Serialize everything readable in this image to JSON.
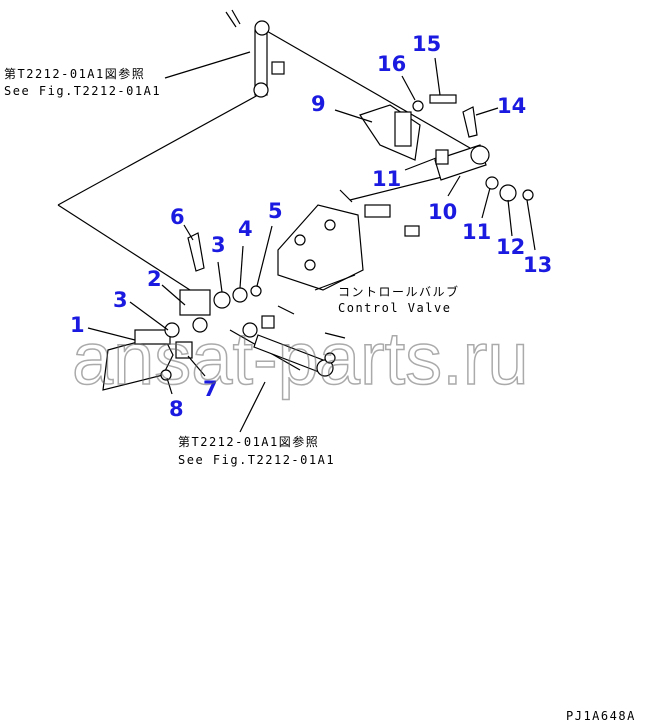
{
  "references": {
    "top": {
      "jp": "第T2212-01A1図参照",
      "en": "See Fig.T2212-01A1"
    },
    "bottom": {
      "jp": "第T2212-01A1図参照",
      "en": "See Fig.T2212-01A1"
    }
  },
  "control_valve": {
    "jp": "コントロールバルブ",
    "en": "Control Valve"
  },
  "drawing_code": "PJ1A648A",
  "watermark": "ansat-parts.ru",
  "callouts": [
    "1",
    "2",
    "3",
    "3",
    "4",
    "5",
    "6",
    "7",
    "8",
    "9",
    "10",
    "11",
    "11",
    "12",
    "13",
    "14",
    "15",
    "16"
  ],
  "colors": {
    "callout": "#1a1ae0"
  }
}
